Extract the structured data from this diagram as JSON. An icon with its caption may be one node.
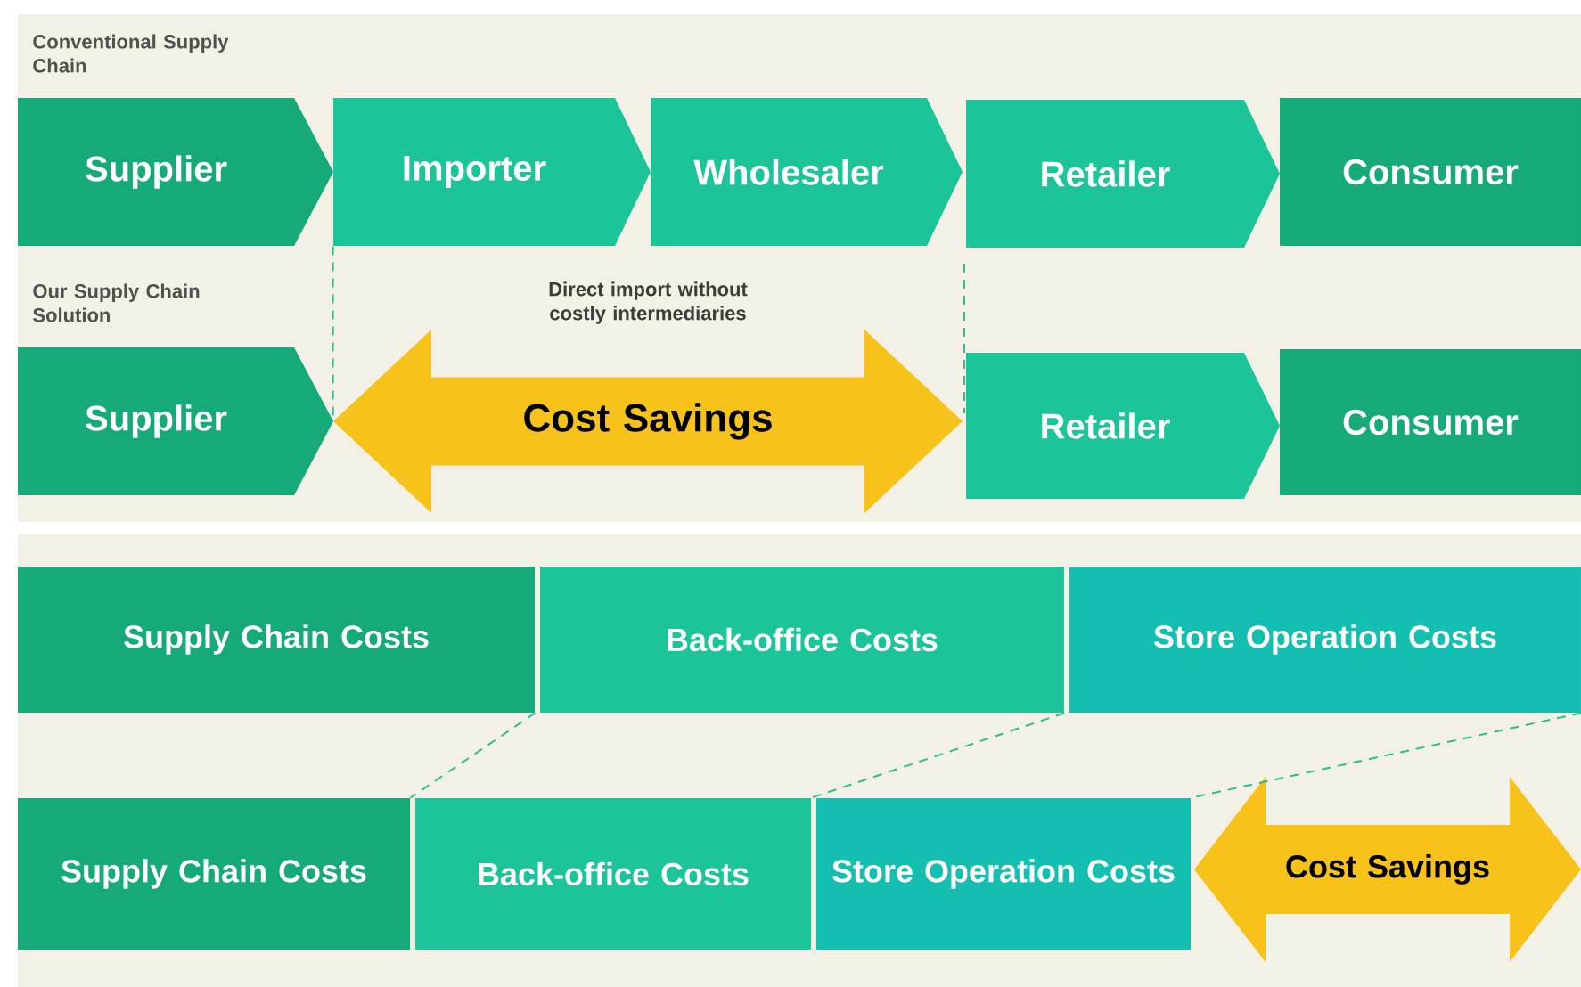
{
  "diagram": {
    "nodes": [
      {
        "text": [
          "Supplier"
        ]
      },
      {
        "text": [
          "Importer"
        ]
      },
      {
        "text": [
          "Wholesaler"
        ]
      },
      {
        "text": [
          "Retailer"
        ]
      },
      {
        "text": [
          "Consumer"
        ]
      },
      {
        "text": [
          "Supplier"
        ]
      },
      {
        "text": [
          "Cost Savings"
        ],
        "beside": [
          "Direct import without costly intermediaries"
        ]
      },
      {
        "text": [
          "Retailer"
        ]
      },
      {
        "text": [
          "Consumer"
        ]
      },
      {
        "text": [
          "Supply Chain Costs"
        ]
      },
      {
        "text": [
          "Back-office Costs"
        ]
      },
      {
        "text": [
          "Store Operation Costs"
        ]
      },
      {
        "text": [
          "Supply Chain Costs"
        ]
      },
      {
        "text": [
          "Back-office Costs"
        ]
      },
      {
        "text": [
          "Store Operation Costs"
        ]
      },
      {
        "text": [
          "Cost Savings"
        ]
      }
    ],
    "edges": [
      {
        "from": 1,
        "to": 6,
        "arrow": "none",
        "style": "dashed"
      },
      {
        "from": 9,
        "to": 12,
        "arrow": "none",
        "style": "dashed"
      },
      {
        "from": 10,
        "to": 13,
        "arrow": "none",
        "style": "dashed"
      },
      {
        "from": 11,
        "to": 14,
        "arrow": "none",
        "style": "dashed"
      }
    ],
    "labels": [
      "Conventional Supply Chain",
      "Our Supply Chain Solution"
    ]
  }
}
